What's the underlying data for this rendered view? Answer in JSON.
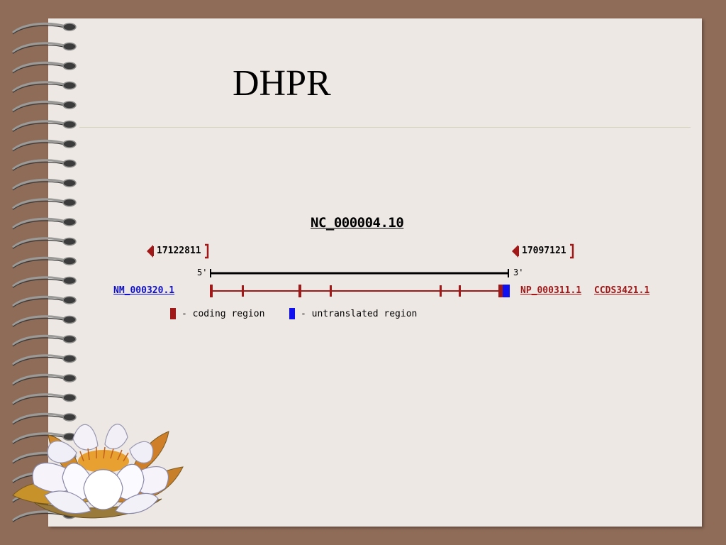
{
  "slide": {
    "title": "DHPR"
  },
  "gene_map": {
    "accession": "NC_000004.10",
    "coord_left": "17122811",
    "coord_right": "17097121",
    "end_left": "5'",
    "end_right": "3'",
    "mrna_link": "NM_000320.1",
    "protein_link": "NP_000311.1",
    "ccds_link": "CCDS3421.1",
    "legend": {
      "coding": "- coding region",
      "untranslated": "- untranslated region"
    }
  },
  "colors": {
    "background": "#8f6c58",
    "paper": "#ede8e4",
    "coding": "#a01818",
    "untranslated": "#1010ee",
    "link_blue": "#1010c8"
  },
  "icons": [
    "spiral-binding-icon",
    "lotus-flower-icon",
    "coord-arrow-icon"
  ]
}
